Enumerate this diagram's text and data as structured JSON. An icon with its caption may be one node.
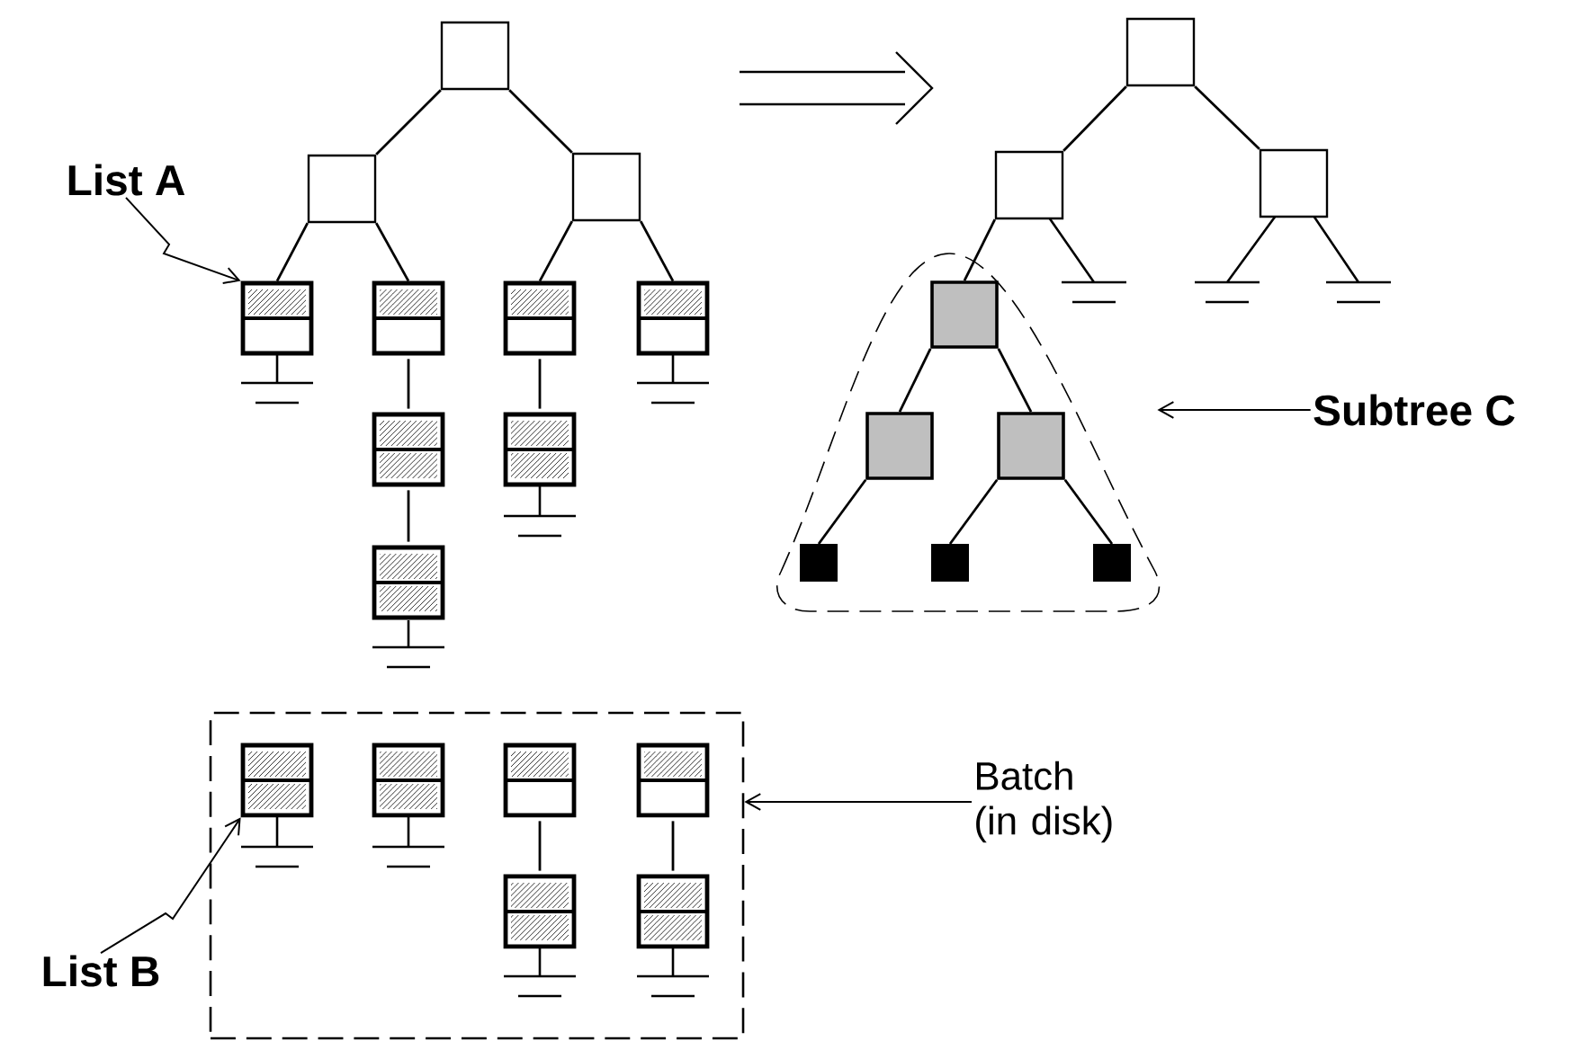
{
  "diagram": {
    "nodes": [
      {
        "text": [],
        "shape": "box"
      },
      {
        "text": [],
        "shape": "box"
      },
      {
        "text": [],
        "shape": "box"
      },
      {
        "text": [],
        "shape": "box"
      },
      {
        "text": [],
        "shape": "box"
      },
      {
        "text": [],
        "shape": "box"
      },
      {
        "text": [
          "List A"
        ]
      },
      {
        "text": [],
        "shape": "box"
      },
      {
        "text": [],
        "shape": "box"
      },
      {
        "text": [],
        "shape": "box"
      },
      {
        "text": [],
        "shape": "box"
      },
      {
        "text": [],
        "shape": "outline"
      },
      {
        "text": [],
        "shape": "box",
        "in": 11
      },
      {
        "text": [
          "Subtree C"
        ]
      },
      {
        "text": [],
        "shape": "box"
      },
      {
        "text": [],
        "shape": "box"
      },
      {
        "text": [],
        "shape": "box",
        "in": 11
      },
      {
        "text": [],
        "shape": "box",
        "in": 11
      },
      {
        "text": [],
        "shape": "box",
        "in": 11
      },
      {
        "text": [],
        "shape": "box",
        "in": 11
      },
      {
        "text": [],
        "shape": "box",
        "in": 11
      },
      {
        "text": [],
        "shape": "box"
      },
      {
        "text": [],
        "shape": "box"
      },
      {
        "text": [],
        "shape": "box",
        "in": 22
      },
      {
        "text": [],
        "shape": "box",
        "in": 22
      },
      {
        "text": [],
        "shape": "box",
        "in": 22
      },
      {
        "text": [],
        "shape": "box",
        "in": 22
      },
      {
        "text": [
          "Batch (in disk)"
        ]
      },
      {
        "text": [],
        "shape": "box",
        "in": 22
      },
      {
        "text": [],
        "shape": "box",
        "in": 22
      },
      {
        "text": [
          "List B"
        ]
      }
    ],
    "edges": [
      {
        "from": 0,
        "to": 2,
        "arrow": "none"
      },
      {
        "from": 0,
        "to": 3,
        "arrow": "none"
      },
      {
        "from": 2,
        "to": 7,
        "arrow": "none"
      },
      {
        "from": 2,
        "to": 8,
        "arrow": "none"
      },
      {
        "from": 3,
        "to": 9,
        "arrow": "none"
      },
      {
        "from": 3,
        "to": 10,
        "arrow": "none"
      },
      {
        "from": 8,
        "to": 14,
        "arrow": "none"
      },
      {
        "from": 14,
        "to": 21,
        "arrow": "none"
      },
      {
        "from": 9,
        "to": 15,
        "arrow": "none"
      },
      {
        "from": 1,
        "to": 4,
        "arrow": "none"
      },
      {
        "from": 1,
        "to": 5,
        "arrow": "none"
      },
      {
        "from": 4,
        "to": 12,
        "arrow": "none"
      },
      {
        "from": 12,
        "to": 16,
        "arrow": "none"
      },
      {
        "from": 12,
        "to": 17,
        "arrow": "none"
      },
      {
        "from": 16,
        "to": 18,
        "arrow": "none"
      },
      {
        "from": 17,
        "to": 19,
        "arrow": "none"
      },
      {
        "from": 17,
        "to": 20,
        "arrow": "none"
      },
      {
        "from": 25,
        "to": 28,
        "arrow": "none"
      },
      {
        "from": 26,
        "to": 29,
        "arrow": "none"
      },
      {
        "from": 6,
        "to": 7,
        "arrow": "to"
      },
      {
        "from": 13,
        "to": 11,
        "arrow": "to"
      },
      {
        "from": 27,
        "to": 22,
        "arrow": "to"
      },
      {
        "from": 30,
        "to": 23,
        "arrow": "to"
      }
    ]
  }
}
